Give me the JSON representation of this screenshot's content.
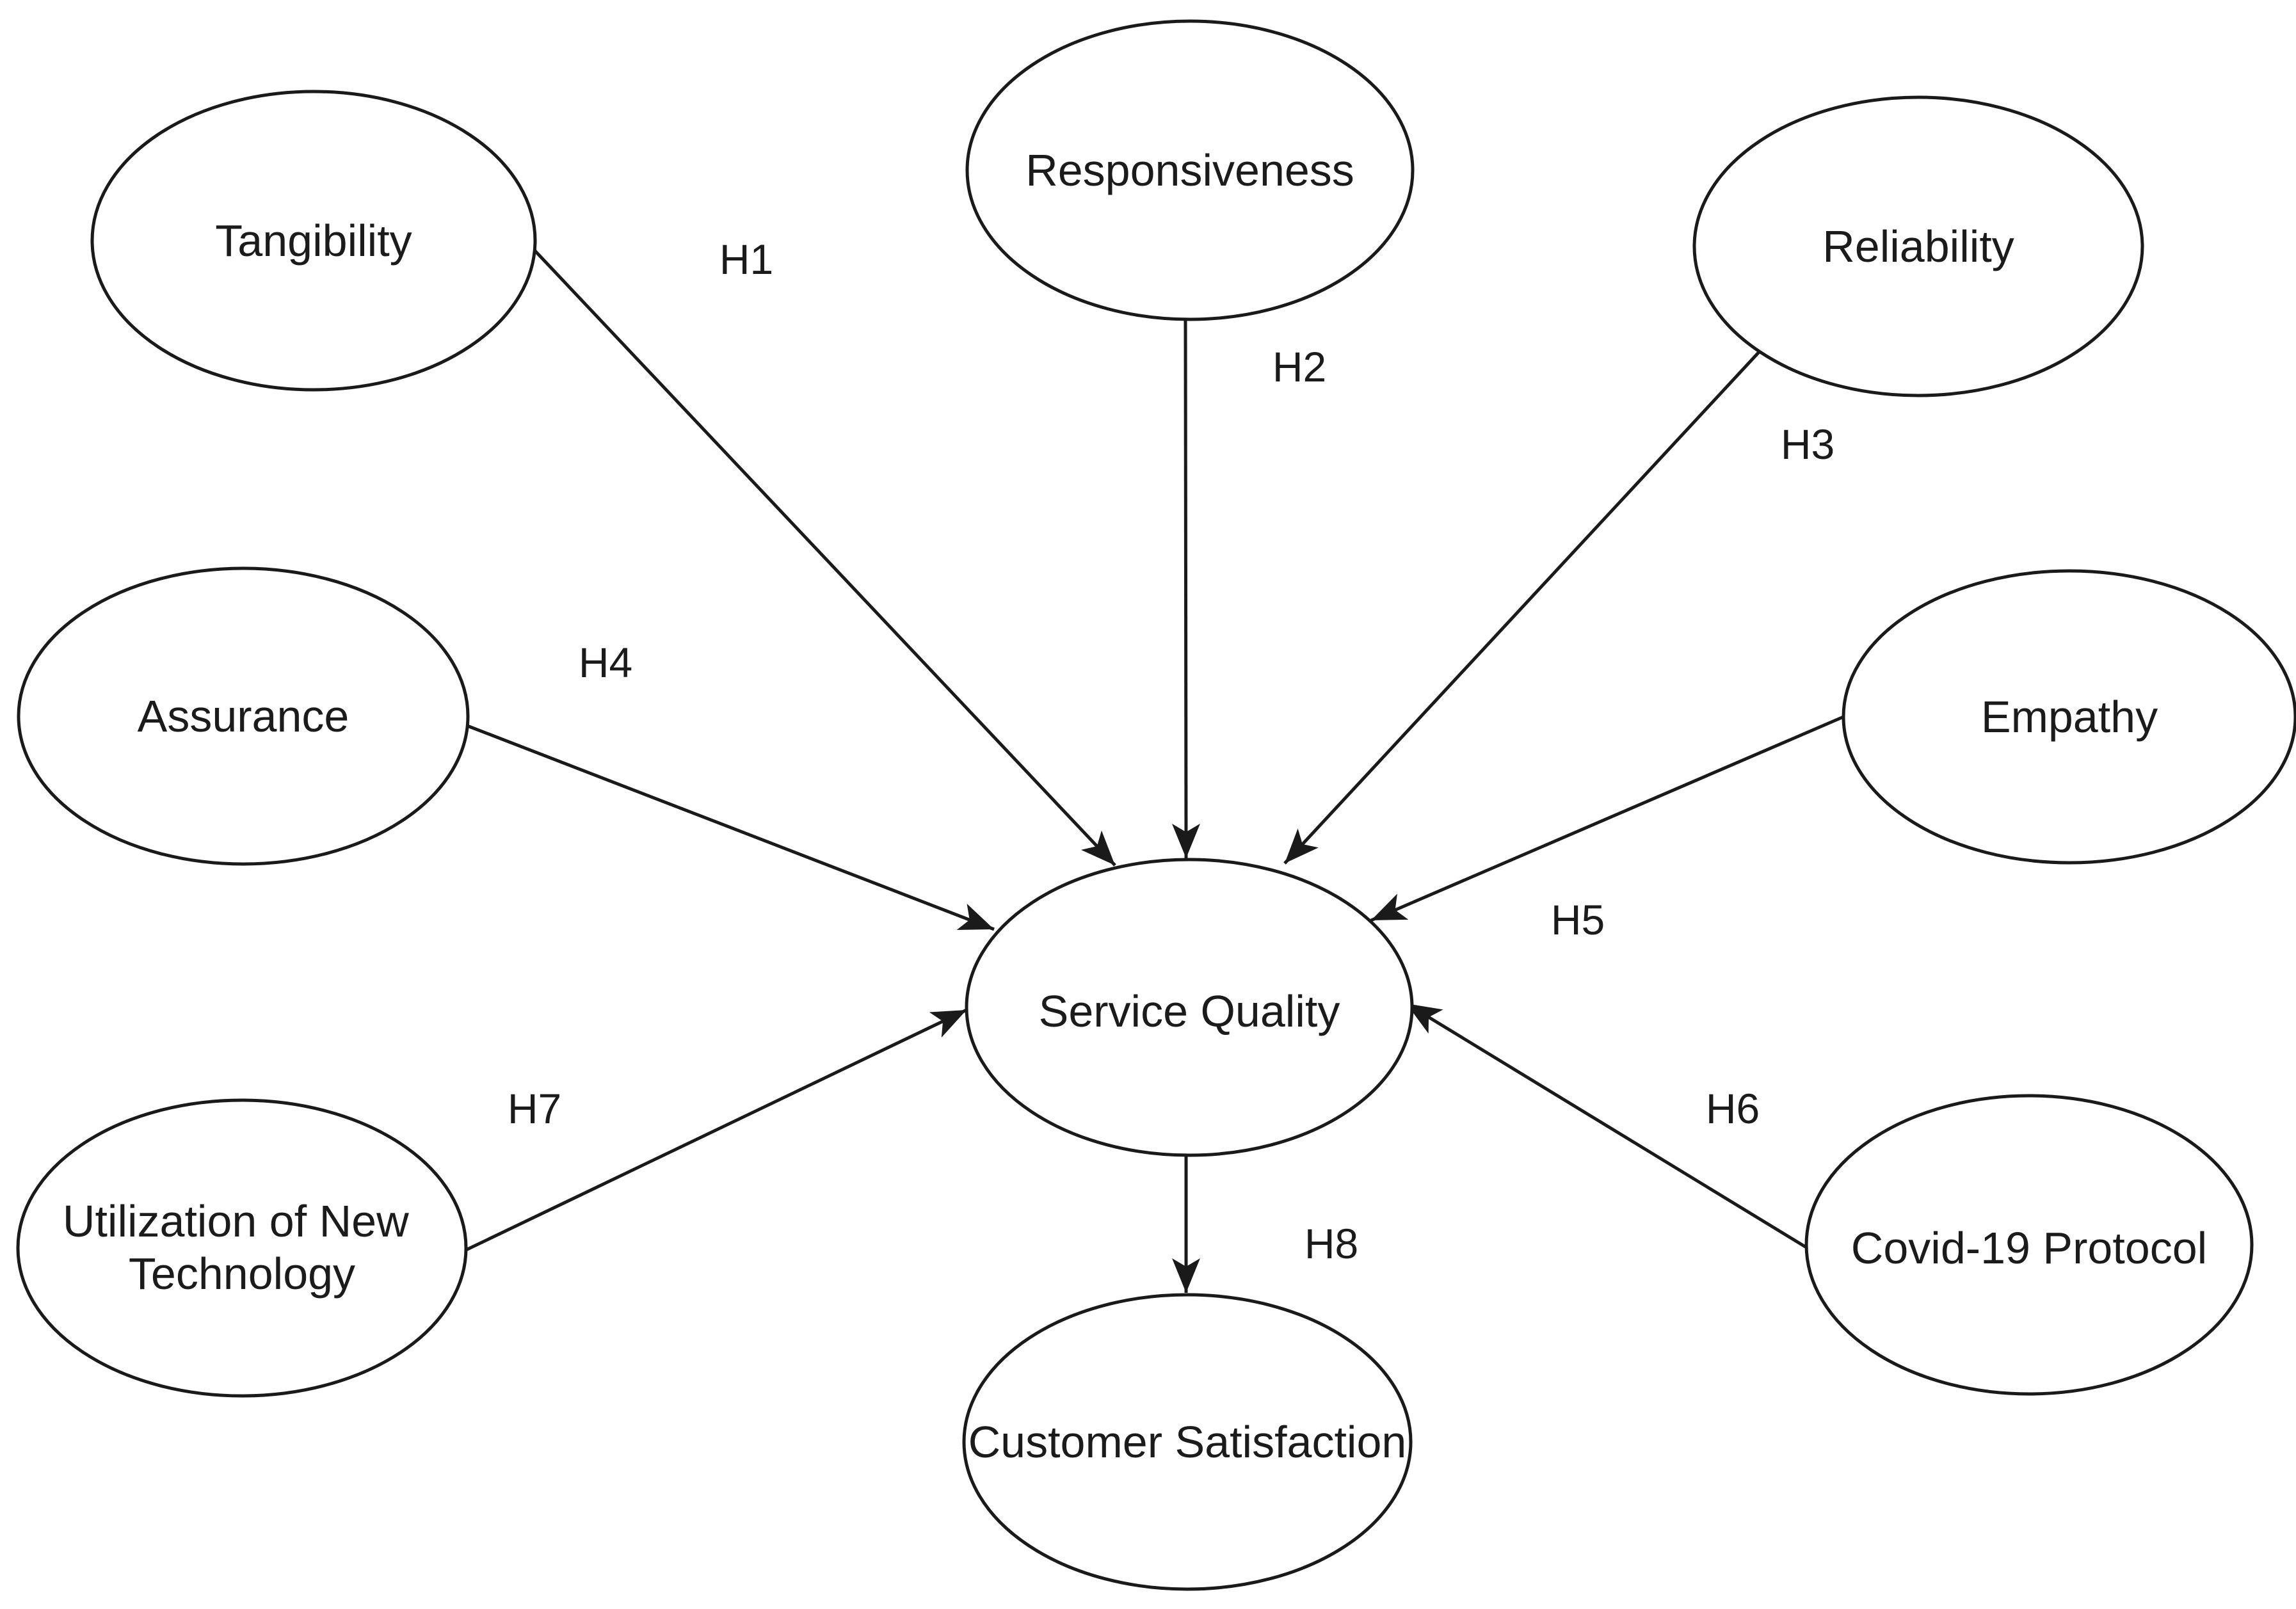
{
  "diagram": {
    "type": "path-model",
    "background_color": "#ffffff",
    "stroke_color": "#1a1a1a",
    "text_color": "#1b1b1b",
    "nodes": [
      {
        "id": "tangibility",
        "label": "Tangibility"
      },
      {
        "id": "responsiveness",
        "label": "Responsiveness"
      },
      {
        "id": "reliability",
        "label": "Reliability"
      },
      {
        "id": "assurance",
        "label": "Assurance"
      },
      {
        "id": "empathy",
        "label": "Empathy"
      },
      {
        "id": "service-quality",
        "label": "Service Quality"
      },
      {
        "id": "utilization-of-new-technology",
        "label": "Utilization of New Technology",
        "lines": [
          "Utilization of New",
          "Technology"
        ]
      },
      {
        "id": "covid-19-protocol",
        "label": "Covid-19 Protocol"
      },
      {
        "id": "customer-satisfaction",
        "label": "Customer Satisfaction"
      }
    ],
    "edges": [
      {
        "id": "h1",
        "label": "H1",
        "from": "tangibility",
        "to": "service-quality"
      },
      {
        "id": "h2",
        "label": "H2",
        "from": "responsiveness",
        "to": "service-quality"
      },
      {
        "id": "h3",
        "label": "H3",
        "from": "reliability",
        "to": "service-quality"
      },
      {
        "id": "h4",
        "label": "H4",
        "from": "assurance",
        "to": "service-quality"
      },
      {
        "id": "h5",
        "label": "H5",
        "from": "empathy",
        "to": "service-quality"
      },
      {
        "id": "h6",
        "label": "H6",
        "from": "covid-19-protocol",
        "to": "service-quality"
      },
      {
        "id": "h7",
        "label": "H7",
        "from": "utilization-of-new-technology",
        "to": "service-quality"
      },
      {
        "id": "h8",
        "label": "H8",
        "from": "service-quality",
        "to": "customer-satisfaction"
      }
    ]
  }
}
